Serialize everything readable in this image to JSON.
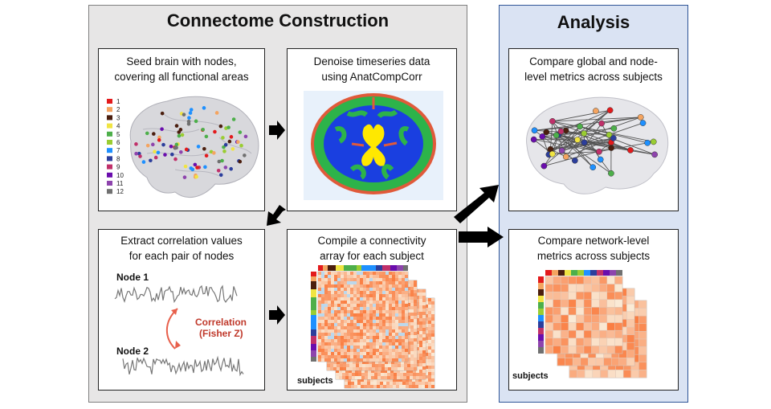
{
  "left_panel": {
    "title": "Connectome Construction"
  },
  "right_panel": {
    "title": "Analysis"
  },
  "boxes": {
    "seed": {
      "line1": "Seed brain with nodes,",
      "line2": "covering all functional areas",
      "legend": [
        "1",
        "2",
        "3",
        "4",
        "5",
        "6",
        "7",
        "8",
        "9",
        "10",
        "11",
        "12"
      ]
    },
    "denoise": {
      "line1": "Denoise timeseries data",
      "line2": "using AnatCompCorr"
    },
    "extract": {
      "line1": "Extract correlation values",
      "line2": "for each pair of nodes",
      "node1": "Node 1",
      "node2": "Node 2",
      "corr1": "Correlation",
      "corr2": "(Fisher Z)"
    },
    "compile": {
      "line1": "Compile  a connectivity",
      "line2": "array for each subject",
      "subjects": "subjects"
    },
    "global": {
      "line1": "Compare  global  and node-",
      "line2": "level metrics across subjects"
    },
    "network": {
      "line1": "Compare  network-level",
      "line2": "metrics across subjects",
      "subjects": "subjects"
    }
  },
  "colors": {
    "network_palette": [
      "#e31a1c",
      "#f4a460",
      "#4b1e0e",
      "#f0e442",
      "#4daf4a",
      "#9acd32",
      "#1e90ff",
      "#2c3e9c",
      "#c0306a",
      "#6a0dad",
      "#8e44ad",
      "#707070"
    ],
    "csf": "#ffe800",
    "gray_matter": "#2db34a",
    "white_matter": "#1a3fe0",
    "skull": "#e05a3a",
    "corr_text": "#c0392b"
  }
}
